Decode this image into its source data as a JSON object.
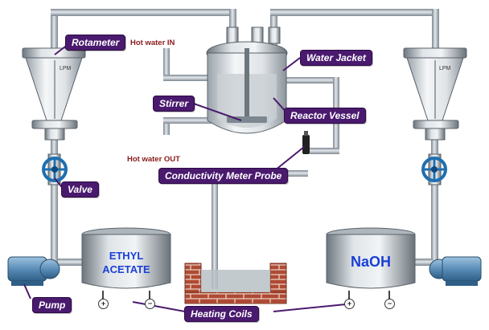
{
  "labels": {
    "rotameter": "Rotameter",
    "hot_water_in": "Hot water IN",
    "water_jacket": "Water Jacket",
    "stirrer": "Stirrer",
    "reactor_vessel": "Reactor Vessel",
    "hot_water_out": "Hot water OUT",
    "conductivity_probe": "Conductivity Meter Probe",
    "valve": "Valve",
    "pump": "Pump",
    "heating_coils": "Heating Coils"
  },
  "tanks": {
    "left": [
      "ETHYL",
      "ACETATE"
    ],
    "right": "NaOH"
  },
  "rotameter_scale": "LPM",
  "signs": {
    "plus": "+",
    "minus": "−"
  },
  "colors": {
    "label_bg": "#4a1a6e",
    "hot_water_text": "#8b1a1a",
    "tank_text": "#1a3fd6",
    "pipe": "#a9b3ba",
    "brick": "#a5402a",
    "valve": "#1f6fb0"
  }
}
